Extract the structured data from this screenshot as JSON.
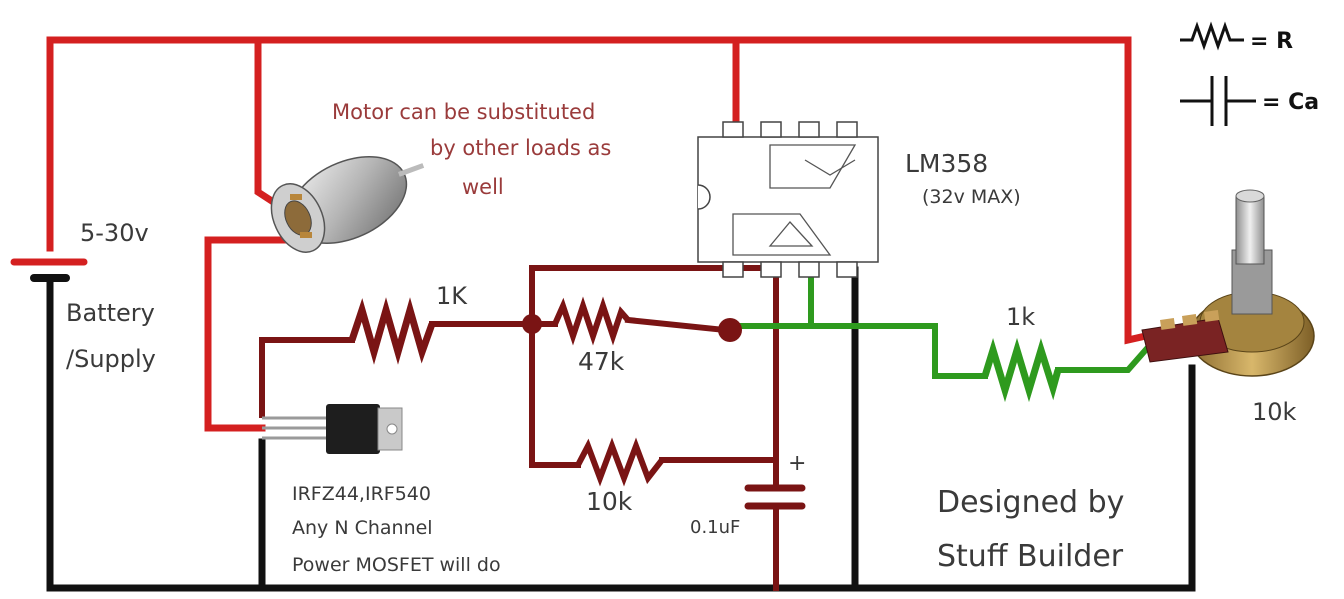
{
  "colors": {
    "supply": "#d42020",
    "ground": "#111111",
    "signal": "#7a1414",
    "control": "#2e9a1e"
  },
  "legend": {
    "resistor_eq": "= R",
    "capacitor_eq": "= Ca"
  },
  "labels": {
    "voltage": "5-30v",
    "battery_line1": "Battery",
    "battery_line2": "/Supply",
    "motor_note_line1": "Motor can be substituted",
    "motor_note_line2": "by other loads as",
    "motor_note_line3": "well",
    "ic_name": "LM358",
    "ic_max": "(32v MAX)",
    "r_gate": "1K",
    "r_feedback": "47k",
    "r_timing": "10k",
    "cap_value": "0.1uF",
    "cap_plus": "+",
    "r_pot_series": "1k",
    "pot_value": "10k",
    "mosfet_line1": "IRFZ44,IRF540",
    "mosfet_line2": "Any N Channel",
    "mosfet_line3": "Power MOSFET will do",
    "designer_line1": "Designed by",
    "designer_line2": "Stuff Builder"
  }
}
